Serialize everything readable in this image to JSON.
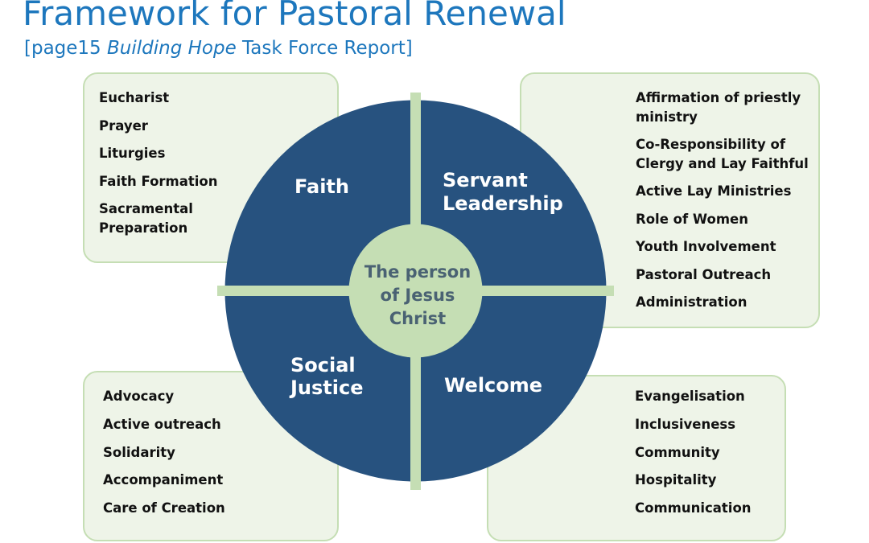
{
  "header": {
    "title": "Framework for Pastoral Renewal",
    "subtitle_pre": "[page15 ",
    "subtitle_em": "Building Hope",
    "subtitle_post": " Task Force Report]"
  },
  "diagram": {
    "center": {
      "line1": "The person",
      "line2": "of Jesus",
      "line3": "Christ"
    },
    "quadrants": {
      "faith": {
        "line1": "Faith"
      },
      "servant": {
        "line1": "Servant",
        "line2": "Leadership"
      },
      "social": {
        "line1": "Social",
        "line2": "Justice"
      },
      "welcome": {
        "line1": "Welcome"
      }
    },
    "colors": {
      "quadrant": "#27527f",
      "divider": "#c5deb4",
      "center": "#c5deb4",
      "panel_bg": "#eef4e8",
      "title": "#1d77bd"
    }
  },
  "panels": {
    "faith": [
      "Eucharist",
      "Prayer",
      "Liturgies",
      "Faith Formation",
      [
        "Sacramental",
        "Preparation"
      ]
    ],
    "servant": [
      [
        "Affirmation of priestly",
        "ministry"
      ],
      [
        "Co-Responsibility of",
        "Clergy and Lay Faithful"
      ],
      "Active Lay Ministries",
      "Role of Women",
      "Youth Involvement",
      "Pastoral Outreach",
      "Administration"
    ],
    "social": [
      "Advocacy",
      "Active outreach",
      "Solidarity",
      "Accompaniment",
      "Care of Creation"
    ],
    "welcome": [
      "Evangelisation",
      "Inclusiveness",
      "Community",
      "Hospitality",
      "Communication"
    ]
  }
}
